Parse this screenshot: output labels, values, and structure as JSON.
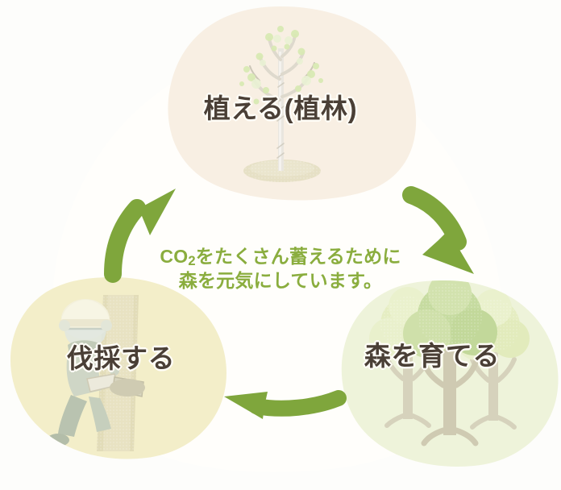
{
  "diagram": {
    "type": "forest-cycle",
    "background_color": "#fdfdfb",
    "backdrop_color": "#fffefb",
    "accent_green": "#8aad3e",
    "arrow_color": "#7fa63c",
    "label_text_color": "#4a3f36",
    "label_outline_color": "#fffdf7",
    "nodes": [
      {
        "id": "plant",
        "label": "植える(植林)",
        "position": "top",
        "blob_color": "#f8efe3",
        "illustration": "sapling-icon"
      },
      {
        "id": "grow",
        "label": "森を育てる",
        "position": "bottom-right",
        "blob_color": "#eef3da",
        "illustration": "three-trees-icon"
      },
      {
        "id": "harvest",
        "label": "伐採する",
        "position": "bottom-left",
        "blob_color": "#f3eec9",
        "illustration": "logger-chainsaw-icon"
      }
    ],
    "arrows": [
      {
        "id": "harvest-to-plant",
        "from": "harvest",
        "to": "plant",
        "side": "left"
      },
      {
        "id": "plant-to-grow",
        "from": "plant",
        "to": "grow",
        "side": "right"
      },
      {
        "id": "grow-to-harvest",
        "from": "grow",
        "to": "harvest",
        "side": "bottom"
      }
    ],
    "caption": {
      "line1_pre": "CO",
      "line1_sub": "2",
      "line1_post": "をたくさん蓄えるために",
      "line2": "森を元気にしています。"
    }
  }
}
